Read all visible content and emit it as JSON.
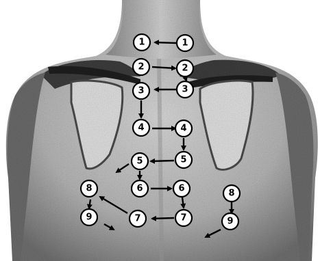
{
  "auscultation_sites": {
    "left_column": [
      "1",
      "2",
      "3",
      "4",
      "5",
      "6",
      "7"
    ],
    "right_column": [
      "1",
      "2",
      "3",
      "4",
      "5",
      "6",
      "7"
    ],
    "lateral_left": [
      "8",
      "9"
    ],
    "lateral_right": [
      "8",
      "9"
    ]
  },
  "colors": {
    "skin_base": "#bdbdbd",
    "skin_shadow": "#555555",
    "marker_stroke": "#000000",
    "marker_fill": "#ffffff"
  }
}
